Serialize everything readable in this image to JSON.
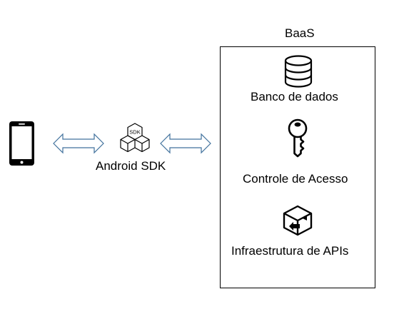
{
  "baas": {
    "title": "BaaS",
    "items": [
      {
        "label": "Banco de dados",
        "icon": "database-icon"
      },
      {
        "label": "Controle de Acesso",
        "icon": "key-icon"
      },
      {
        "label": "Infraestrutura de APIs",
        "icon": "api-box-icon"
      }
    ]
  },
  "sdk": {
    "label": "Android SDK",
    "badge": "SDK",
    "icon": "sdk-cubes-icon"
  },
  "phone": {
    "icon": "smartphone-icon"
  },
  "arrows": {
    "color": "#41719c",
    "fill": "#ffffff"
  }
}
